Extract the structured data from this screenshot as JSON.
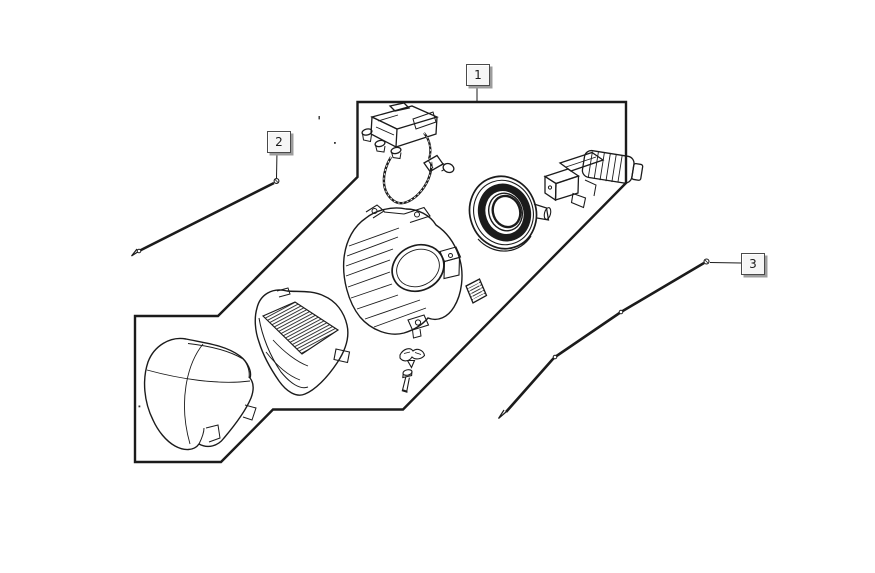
{
  "diagram": {
    "colors": {
      "background": "#ffffff",
      "line": "#1b1b1b",
      "callout_face": "#f6f6f6",
      "callout_border": "#4a4a4a",
      "callout_shadow": "#9c9c9c"
    }
  },
  "callouts": [
    {
      "number": "1"
    },
    {
      "number": "2"
    },
    {
      "number": "3"
    }
  ]
}
